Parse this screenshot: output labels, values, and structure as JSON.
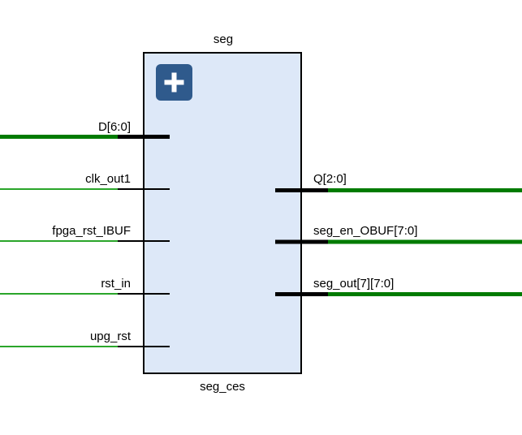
{
  "cell": {
    "type_name": "seg",
    "instance_name": "seg_ces",
    "fill_color": "#dde8f8",
    "border_color": "#000000",
    "expand_icon": "plus-icon",
    "expand_icon_color": "#2f5a8c"
  },
  "colors": {
    "bus_wire": "#007b00",
    "net_wire": "#2aa52a",
    "pin_stub": "#000000"
  },
  "inputs": [
    {
      "label": "D[6:0]",
      "bus": true
    },
    {
      "label": "clk_out1",
      "bus": false
    },
    {
      "label": "fpga_rst_IBUF",
      "bus": false
    },
    {
      "label": "rst_in",
      "bus": false
    },
    {
      "label": "upg_rst",
      "bus": false
    }
  ],
  "outputs": [
    {
      "label": "Q[2:0]",
      "bus": true
    },
    {
      "label": "seg_en_OBUF[7:0]",
      "bus": true
    },
    {
      "label": "seg_out[7][7:0]",
      "bus": true
    }
  ]
}
